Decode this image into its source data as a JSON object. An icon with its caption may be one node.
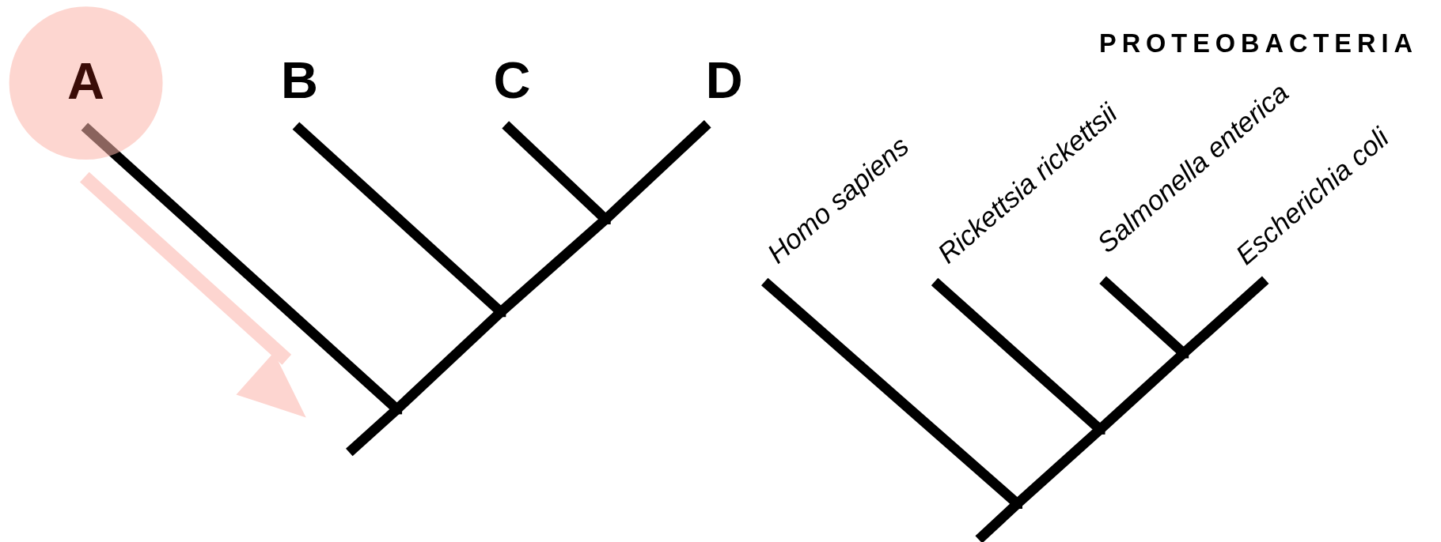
{
  "diagram": {
    "nodes": [
      {
        "text": [
          "A"
        ]
      },
      {
        "text": [
          "B"
        ]
      },
      {
        "text": [
          "C"
        ]
      },
      {
        "text": [
          "D"
        ]
      },
      {
        "text": [
          "Homo sapiens"
        ]
      },
      {
        "text": [
          "Rickettsia rickettsii"
        ]
      },
      {
        "text": [
          "Salmonella enterica"
        ]
      },
      {
        "text": [
          "Escherichia coli"
        ]
      },
      {
        "text": [],
        "shape": "point"
      },
      {
        "text": [],
        "shape": "point"
      },
      {
        "text": [],
        "shape": "point"
      },
      {
        "text": [],
        "shape": "point"
      },
      {
        "text": [],
        "shape": "point"
      },
      {
        "text": [],
        "shape": "point"
      }
    ],
    "edges": [
      {
        "from": null,
        "to": 8,
        "arrow": "none"
      },
      {
        "from": 8,
        "to": 0,
        "arrow": "none"
      },
      {
        "from": 8,
        "to": 9,
        "arrow": "none"
      },
      {
        "from": 9,
        "to": 1,
        "arrow": "none"
      },
      {
        "from": 9,
        "to": 10,
        "arrow": "none"
      },
      {
        "from": 10,
        "to": 2,
        "arrow": "none"
      },
      {
        "from": 10,
        "to": 3,
        "arrow": "none"
      },
      {
        "from": null,
        "to": 11,
        "arrow": "none"
      },
      {
        "from": 11,
        "to": 4,
        "arrow": "none"
      },
      {
        "from": 11,
        "to": 12,
        "arrow": "none"
      },
      {
        "from": 12,
        "to": 5,
        "arrow": "none"
      },
      {
        "from": 12,
        "to": 13,
        "arrow": "none"
      },
      {
        "from": 13,
        "to": 6,
        "arrow": "none"
      },
      {
        "from": 13,
        "to": 7,
        "arrow": "none"
      }
    ],
    "labels": [
      "PROTEOBACTERIA"
    ]
  }
}
